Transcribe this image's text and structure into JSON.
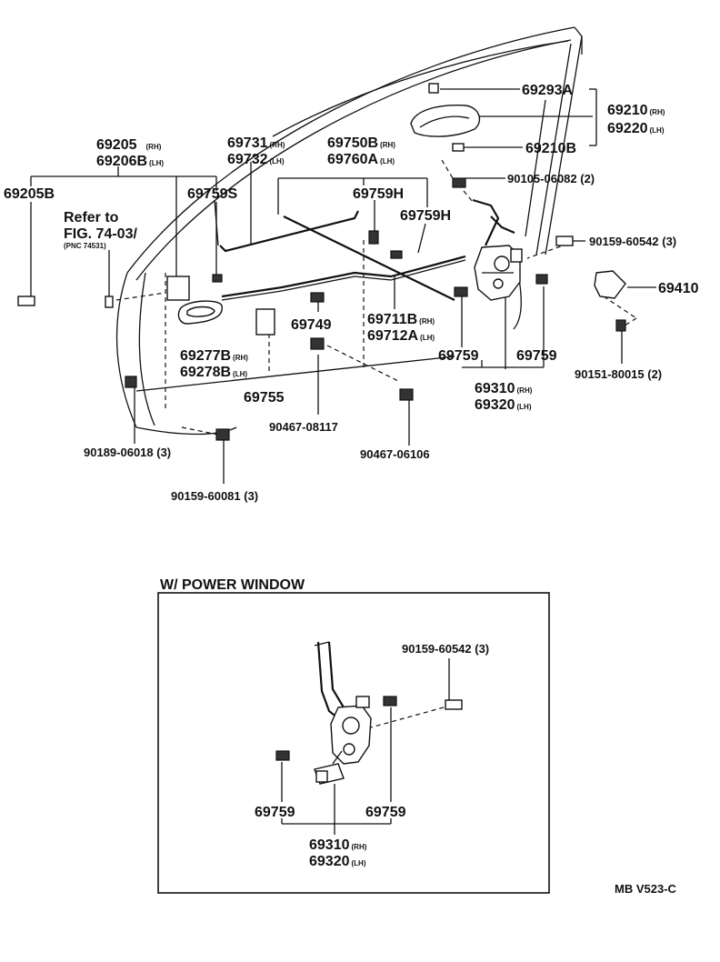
{
  "labels": {
    "p69293A": "69293A",
    "p69210": "69210",
    "p69220": "69220",
    "p69210B": "69210B",
    "p69205": "69205",
    "p69206B": "69206B",
    "p69205B": "69205B",
    "p69731": "69731",
    "p69732": "69732",
    "p69750B": "69750B",
    "p69760A": "69760A",
    "p90105": "90105-06082 (2)",
    "p69759S": "69759S",
    "p69759H_a": "69759H",
    "p69759H_b": "69759H",
    "refer1": "Refer to",
    "refer2": "FIG. 74-03/",
    "refer3": "(PNC 74531)",
    "p90159_542": "90159-60542 (3)",
    "p69410": "69410",
    "p69711B": "69711B",
    "p69712A": "69712A",
    "p69749": "69749",
    "p69277B": "69277B",
    "p69278B": "69278B",
    "p69759_c": "69759",
    "p69759_r": "69759",
    "p90151": "90151-80015 (2)",
    "p69755": "69755",
    "p69310": "69310",
    "p69320": "69320",
    "p90467_117": "90467-08117",
    "p90467_106": "90467-06106",
    "p90189": "90189-06018 (3)",
    "p90159_081": "90159-60081 (3)"
  },
  "suffix": {
    "rh": "(RH)",
    "lh": "(LH)"
  },
  "inset": {
    "title": "W/ POWER WINDOW",
    "p90159_542": "90159-60542 (3)",
    "p69759_l": "69759",
    "p69759_r": "69759",
    "p69310": "69310",
    "p69320": "69320"
  },
  "footer": {
    "code": "MB V523-C"
  }
}
